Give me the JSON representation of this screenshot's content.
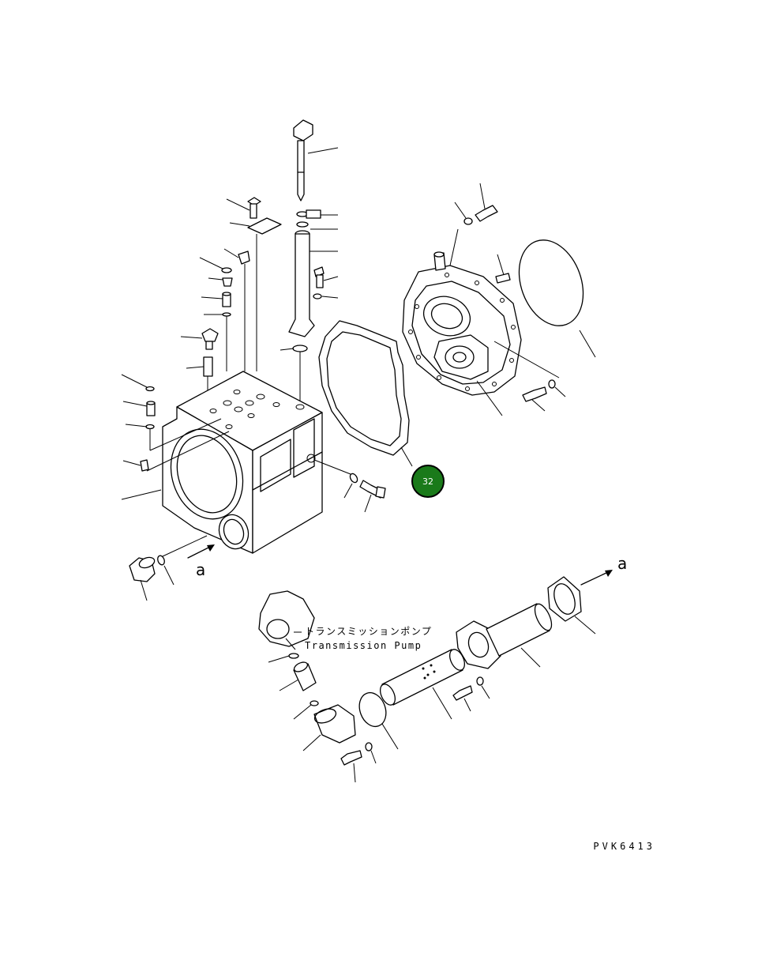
{
  "pump_label": {
    "japanese": "トランスミッションポンプ",
    "english": "Transmission Pump"
  },
  "view_arrows": {
    "left_label": "a",
    "right_label": "a"
  },
  "callout_badge": {
    "number": "32",
    "color": "#1a7a1a"
  },
  "drawing_code": "PVK6413"
}
